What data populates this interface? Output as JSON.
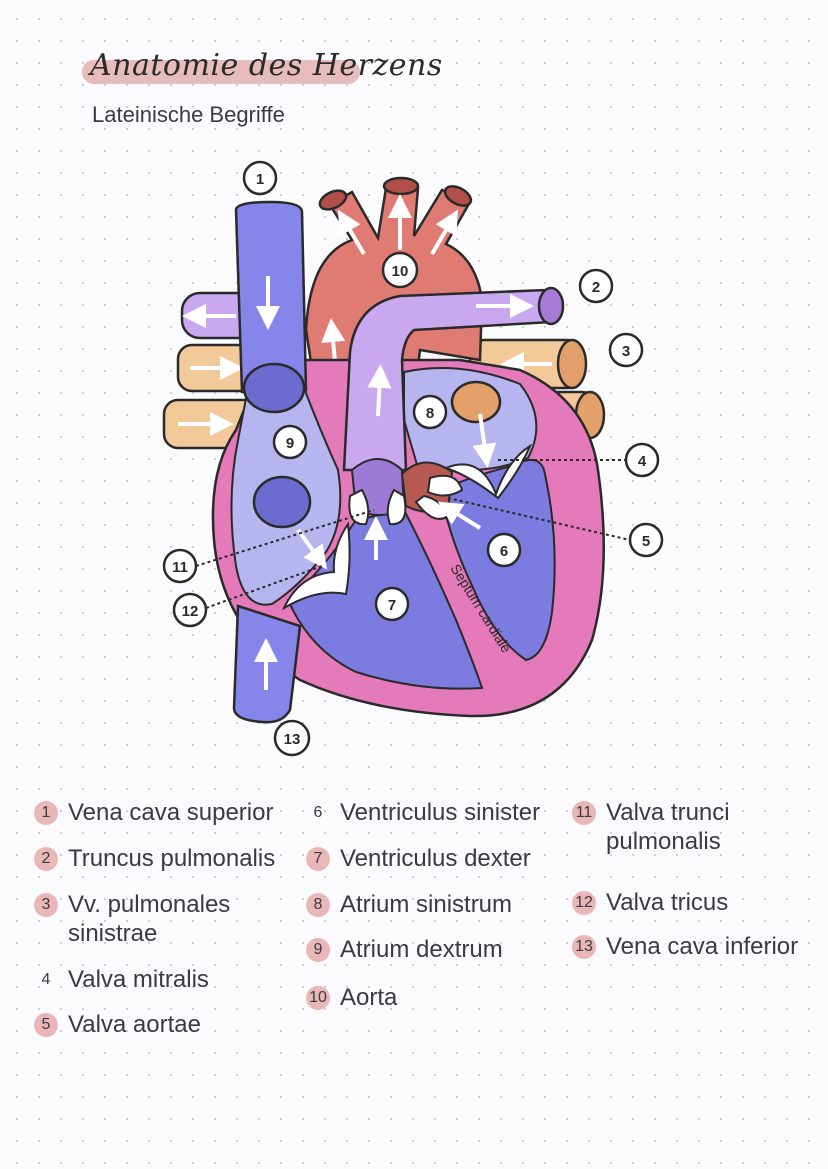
{
  "header": {
    "title": "Anatomie des Herzens",
    "subtitle": "Lateinische Begriffe"
  },
  "diagram": {
    "callouts": [
      "1",
      "2",
      "3",
      "4",
      "5",
      "6",
      "7",
      "8",
      "9",
      "10",
      "11",
      "12",
      "13"
    ],
    "septum_label": "Septum cardiale"
  },
  "legend": [
    {
      "num": "1",
      "text": "Vena cava superior",
      "highlight": true
    },
    {
      "num": "2",
      "text": "Truncus pulmonalis",
      "highlight": true
    },
    {
      "num": "3",
      "text": "Vv. pulmonales sinistrae",
      "highlight": true
    },
    {
      "num": "4",
      "text": "Valva mitralis",
      "highlight": false
    },
    {
      "num": "5",
      "text": "Valva aortae",
      "highlight": true
    },
    {
      "num": "6",
      "text": "Ventriculus sinister",
      "highlight": false
    },
    {
      "num": "7",
      "text": "Ventriculus dexter",
      "highlight": true
    },
    {
      "num": "8",
      "text": "Atrium sinistrum",
      "highlight": true
    },
    {
      "num": "9",
      "text": "Atrium dextrum",
      "highlight": true
    },
    {
      "num": "10",
      "text": "Aorta",
      "highlight": true
    },
    {
      "num": "11",
      "text": "Valva trunci pulmonalis",
      "highlight": true
    },
    {
      "num": "12",
      "text": "Valva tricus",
      "highlight": true
    },
    {
      "num": "13",
      "text": "Vena cava inferior",
      "highlight": true
    }
  ],
  "colors": {
    "highlight": "#e9b7b7",
    "vein_blue": "#8585ea",
    "artery_red": "#e07b73",
    "pulmonary_purple": "#caa8f0",
    "pulmonary_vein_tan": "#f4c99a",
    "myocardium_pink": "#e47ab9",
    "left_atrium_light": "#b7b5ef",
    "ventricle_blue": "#7b7be0"
  }
}
